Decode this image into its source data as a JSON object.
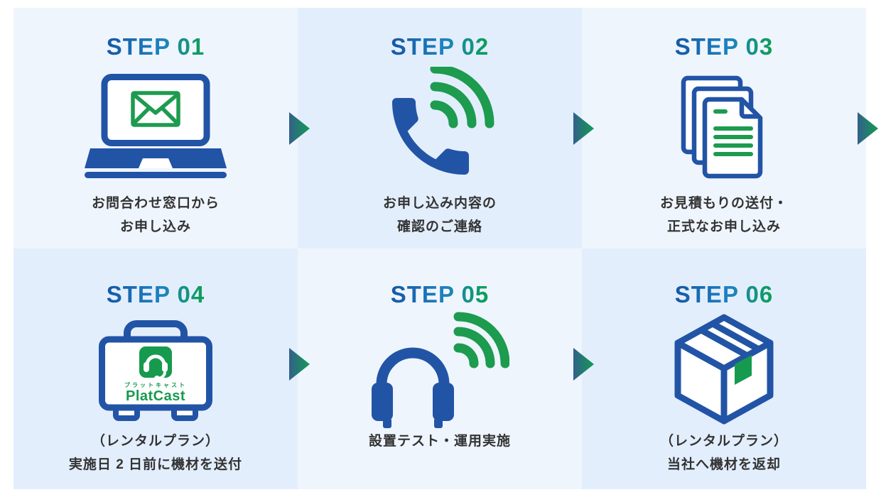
{
  "diagram": {
    "type": "process-flow",
    "rows": 2,
    "columns": 3,
    "steps": [
      {
        "label": "STEP 01",
        "icon": "laptop-mail-icon",
        "caption_lines": [
          "お問合わせ窓口から",
          "お申し込み"
        ],
        "shade": "light"
      },
      {
        "label": "STEP 02",
        "icon": "phone-call-icon",
        "caption_lines": [
          "お申し込み内容の",
          "確認のご連絡"
        ],
        "shade": "dark"
      },
      {
        "label": "STEP 03",
        "icon": "documents-icon",
        "caption_lines": [
          "お見積もりの送付・",
          "正式なお申し込み"
        ],
        "shade": "light"
      },
      {
        "label": "STEP 04",
        "icon": "equipment-case-icon",
        "caption_lines": [
          "（レンタルプラン）",
          "実施日 2 日前に機材を送付"
        ],
        "shade": "dark",
        "logo": {
          "brand_kana": "プラットキャスト",
          "brand": "PlatCast"
        }
      },
      {
        "label": "STEP 05",
        "icon": "headphones-wireless-icon",
        "caption_lines": [
          "設置テスト・運用実施"
        ],
        "shade": "light"
      },
      {
        "label": "STEP 06",
        "icon": "return-box-icon",
        "caption_lines": [
          "（レンタルプラン）",
          "当社へ機材を返却"
        ],
        "shade": "dark"
      }
    ],
    "flow_arrows": {
      "style": "right-triangle",
      "count": 5,
      "placements": [
        "after-step-1",
        "after-step-2",
        "after-step-3",
        "after-step-4",
        "after-step-5"
      ]
    },
    "colors": {
      "page_background": "#ffffff",
      "card_light": "#eff5fd",
      "card_dark": "#e3eefd",
      "title_gradient_start": "#1558a5",
      "title_gradient_mid": "#1d82c0",
      "title_gradient_end": "#0da053",
      "icon_blue": "#2254a6",
      "icon_green": "#1d9b4f",
      "logo_green": "#169a4e",
      "caption_text": "#333333",
      "arrow_gradient_start": "#33608a",
      "arrow_gradient_end": "#129c53"
    }
  }
}
